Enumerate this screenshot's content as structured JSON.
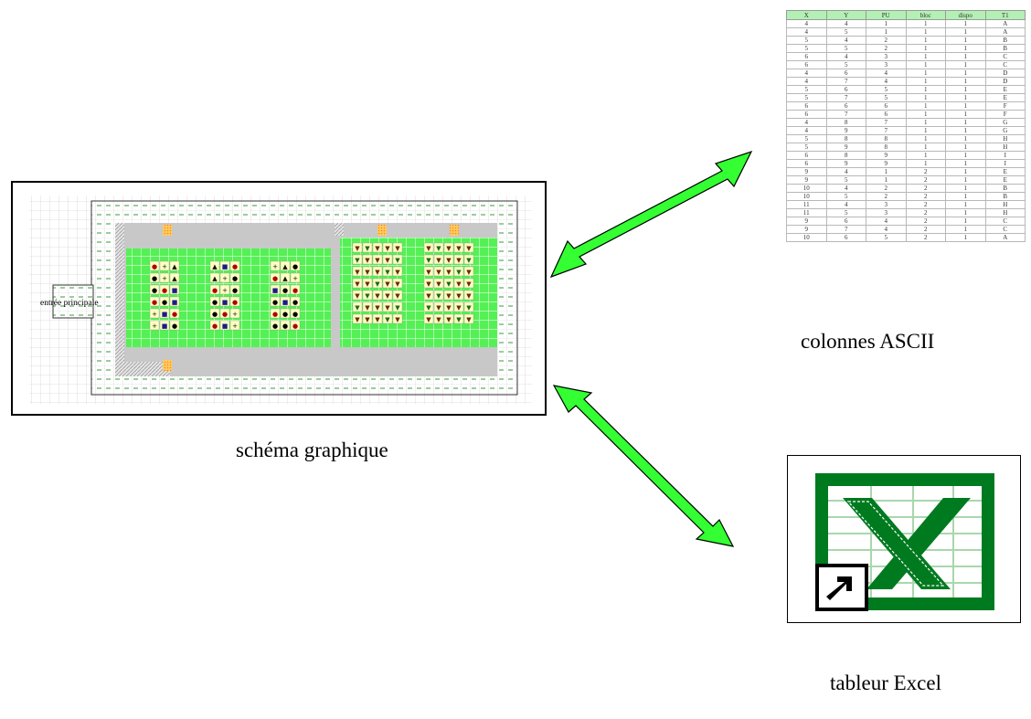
{
  "schema": {
    "entrance_label": "entrée principale",
    "caption": "schéma graphique",
    "left_blocks": [
      [
        [
          "●",
          "+",
          "▲"
        ],
        [
          "●",
          "+",
          "▲"
        ],
        [
          "●",
          "●",
          "■"
        ],
        [
          "●",
          "●",
          "■"
        ],
        [
          "+",
          "■",
          "●"
        ],
        [
          "+",
          "■",
          "●"
        ]
      ],
      [
        [
          "▲",
          "■",
          "●"
        ],
        [
          "▲",
          "+",
          "●"
        ],
        [
          "●",
          "+",
          "●"
        ],
        [
          "●",
          "■",
          "●"
        ],
        [
          "●",
          "●",
          "+"
        ],
        [
          "●",
          "■",
          "+"
        ]
      ],
      [
        [
          "+",
          "▲",
          "●"
        ],
        [
          "●",
          "▲",
          "+"
        ],
        [
          "■",
          "●",
          "●"
        ],
        [
          "●",
          "■",
          "●"
        ],
        [
          "●",
          "●",
          "●"
        ],
        [
          "●",
          "●",
          "●"
        ]
      ]
    ],
    "right_block_symbol": "▼"
  },
  "ascii": {
    "caption": "colonnes ASCII",
    "columns": [
      "X",
      "Y",
      "PU",
      "bloc",
      "dispo",
      "T1"
    ],
    "rows": [
      [
        "4",
        "4",
        "1",
        "1",
        "1",
        "A"
      ],
      [
        "4",
        "5",
        "1",
        "1",
        "1",
        "A"
      ],
      [
        "5",
        "4",
        "2",
        "1",
        "1",
        "B"
      ],
      [
        "5",
        "5",
        "2",
        "1",
        "1",
        "B"
      ],
      [
        "6",
        "4",
        "3",
        "1",
        "1",
        "C"
      ],
      [
        "6",
        "5",
        "3",
        "1",
        "1",
        "C"
      ],
      [
        "4",
        "6",
        "4",
        "1",
        "1",
        "D"
      ],
      [
        "4",
        "7",
        "4",
        "1",
        "1",
        "D"
      ],
      [
        "5",
        "6",
        "5",
        "1",
        "1",
        "E"
      ],
      [
        "5",
        "7",
        "5",
        "1",
        "1",
        "E"
      ],
      [
        "6",
        "6",
        "6",
        "1",
        "1",
        "F"
      ],
      [
        "6",
        "7",
        "6",
        "1",
        "1",
        "F"
      ],
      [
        "4",
        "8",
        "7",
        "1",
        "1",
        "G"
      ],
      [
        "4",
        "9",
        "7",
        "1",
        "1",
        "G"
      ],
      [
        "5",
        "8",
        "8",
        "1",
        "1",
        "H"
      ],
      [
        "5",
        "9",
        "8",
        "1",
        "1",
        "H"
      ],
      [
        "6",
        "8",
        "9",
        "1",
        "1",
        "I"
      ],
      [
        "6",
        "9",
        "9",
        "1",
        "1",
        "I"
      ],
      [
        "9",
        "4",
        "1",
        "2",
        "1",
        "E"
      ],
      [
        "9",
        "5",
        "1",
        "2",
        "1",
        "E"
      ],
      [
        "10",
        "4",
        "2",
        "2",
        "1",
        "B"
      ],
      [
        "10",
        "5",
        "2",
        "2",
        "1",
        "B"
      ],
      [
        "11",
        "4",
        "3",
        "2",
        "1",
        "H"
      ],
      [
        "11",
        "5",
        "3",
        "2",
        "1",
        "H"
      ],
      [
        "9",
        "6",
        "4",
        "2",
        "1",
        "C"
      ],
      [
        "9",
        "7",
        "4",
        "2",
        "1",
        "C"
      ],
      [
        "10",
        "6",
        "5",
        "2",
        "1",
        "A"
      ]
    ]
  },
  "excel": {
    "caption": "tableur Excel",
    "icon_name": "excel-shortcut-icon"
  },
  "colors": {
    "arrow_green": "#33ff33",
    "grid_green": "#55f055",
    "excel_green": "#007a1f",
    "corridor_gray": "#c0c0c0",
    "cell_beige": "#ffffc0"
  }
}
